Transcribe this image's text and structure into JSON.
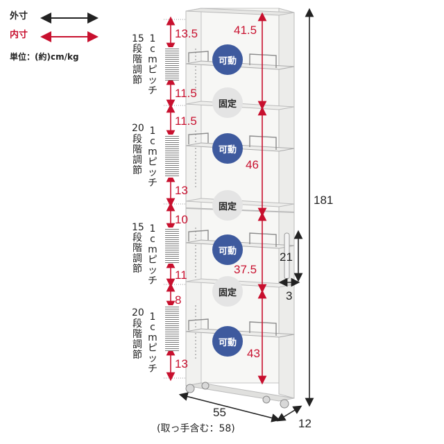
{
  "legend": {
    "outer_label": "外寸",
    "inner_label": "内寸",
    "unit_label": "単位：(約)cm/kg",
    "outer_color": "#222222",
    "inner_color": "#c8102e"
  },
  "side_groups": [
    {
      "count": "15",
      "step_text": "段階調節",
      "pitch_text": "1cmピッチ"
    },
    {
      "count": "20",
      "step_text": "段階調節",
      "pitch_text": "1cmピッチ"
    },
    {
      "count": "15",
      "step_text": "段階調節",
      "pitch_text": "1cmピッチ"
    },
    {
      "count": "20",
      "step_text": "段階調節",
      "pitch_text": "1cmピッチ"
    }
  ],
  "left_dimensions": [
    "13.5",
    "11.5",
    "11.5",
    "13",
    "10",
    "11",
    "8",
    "13"
  ],
  "inner_heights": [
    "41.5",
    "46",
    "37.5",
    "43"
  ],
  "badges": [
    {
      "label": "可動",
      "kind": "movable"
    },
    {
      "label": "固定",
      "kind": "fixed"
    },
    {
      "label": "可動",
      "kind": "movable"
    },
    {
      "label": "固定",
      "kind": "fixed"
    },
    {
      "label": "可動",
      "kind": "movable"
    },
    {
      "label": "固定",
      "kind": "fixed"
    },
    {
      "label": "可動",
      "kind": "movable"
    }
  ],
  "outer": {
    "height": "181",
    "handle_height": "21",
    "handle_depth": "3",
    "width": "55",
    "width_with_handle": "(取っ手含む：58)",
    "depth": "12"
  },
  "colors": {
    "badge_movable": "#3e5a9e",
    "badge_fixed": "#e4e4e4",
    "dimension_red": "#c8102e"
  }
}
